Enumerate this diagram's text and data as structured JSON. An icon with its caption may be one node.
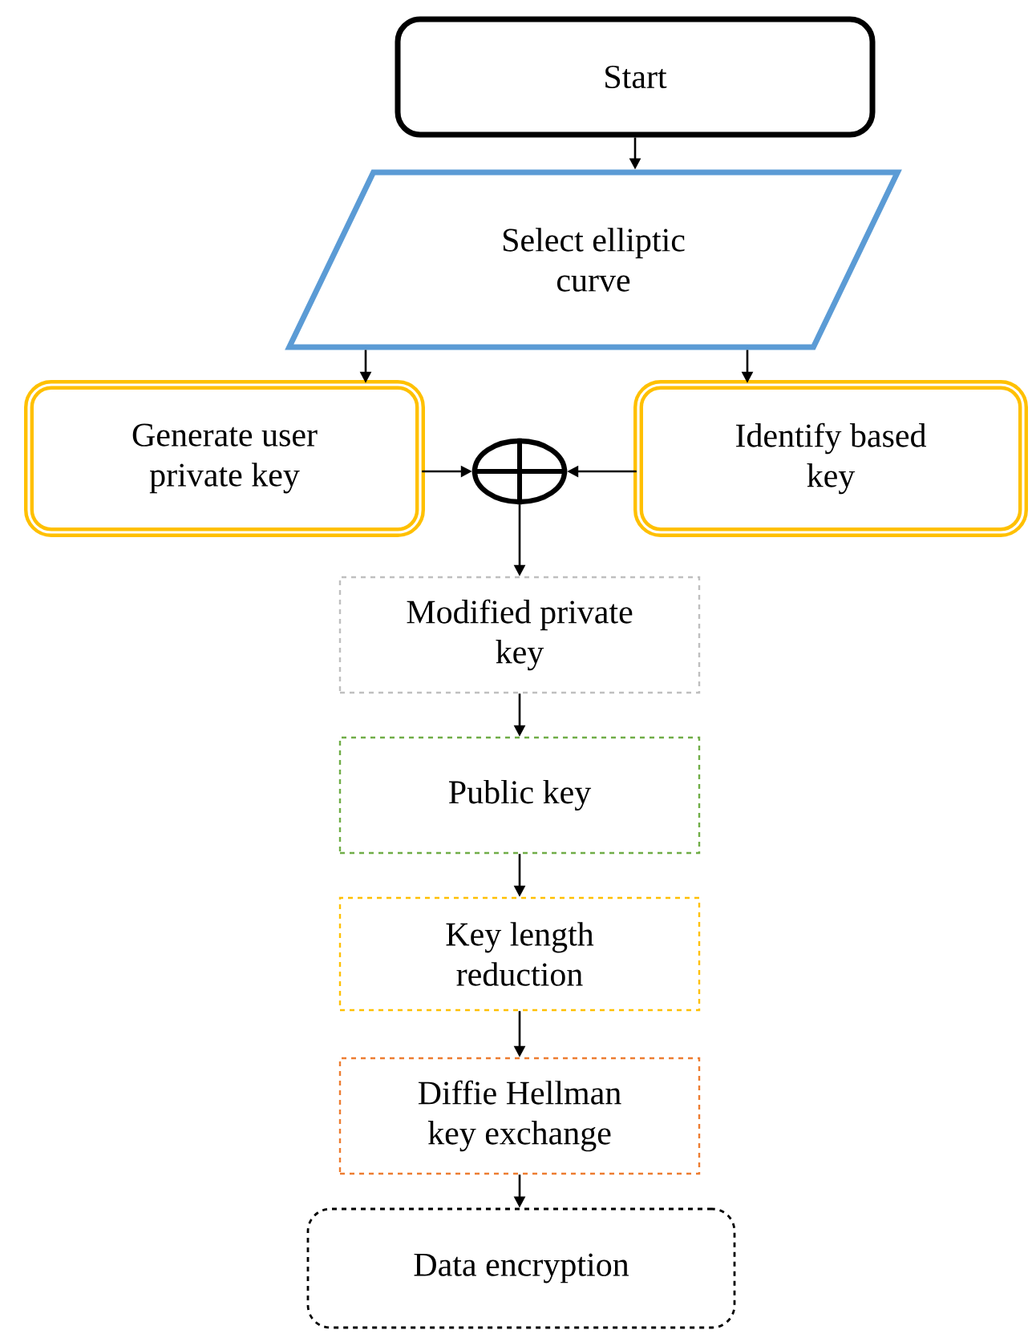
{
  "diagram": {
    "nodes": [
      {
        "text": [
          "Start"
        ]
      },
      {
        "text": [
          "Select elliptic curve"
        ]
      },
      {
        "text": [
          "Generate user private key"
        ]
      },
      {
        "text": [
          "Identify based key"
        ]
      },
      {
        "text": [],
        "shape": "circle"
      },
      {
        "text": [
          "Modified private key"
        ]
      },
      {
        "text": [
          "Public key"
        ]
      },
      {
        "text": [
          "Key length reduction"
        ]
      },
      {
        "text": [
          "Diffie Hellman key exchange"
        ]
      },
      {
        "text": [
          "Data encryption"
        ]
      }
    ],
    "edges": [
      {
        "from": 0,
        "to": 1,
        "arrow": "to"
      },
      {
        "from": 1,
        "to": 2,
        "arrow": "to"
      },
      {
        "from": 1,
        "to": 3,
        "arrow": "to"
      },
      {
        "from": 2,
        "to": 4,
        "arrow": "to"
      },
      {
        "from": 3,
        "to": 4,
        "arrow": "to"
      },
      {
        "from": 4,
        "to": 5,
        "arrow": "to"
      },
      {
        "from": 5,
        "to": 6,
        "arrow": "to"
      },
      {
        "from": 6,
        "to": 7,
        "arrow": "to"
      },
      {
        "from": 7,
        "to": 8,
        "arrow": "to"
      },
      {
        "from": 8,
        "to": 9,
        "arrow": "to"
      }
    ]
  }
}
